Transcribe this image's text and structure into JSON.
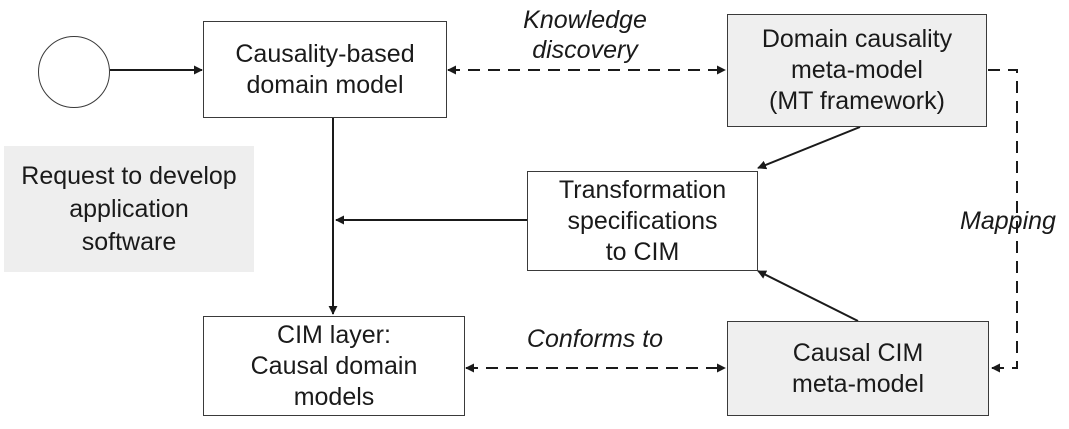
{
  "nodes": {
    "causality_based_domain_model": "Causality-based\ndomain model",
    "domain_causality_meta_model": "Domain causality\nmeta-model\n(MT framework)",
    "transformation_specifications": "Transformation\nspecifications\nto CIM",
    "cim_layer": "CIM layer:\nCausal domain\nmodels",
    "causal_cim_meta_model": "Causal CIM\nmeta-model"
  },
  "note": {
    "text": "Request to develop\napplication\nsoftware"
  },
  "edge_labels": {
    "knowledge_discovery": "Knowledge\ndiscovery",
    "mapping": "Mapping",
    "conforms_to": "Conforms to"
  },
  "colors": {
    "stroke": "#2a2a2a",
    "shaded_box": "#efefef",
    "note_background": "#eeeeee"
  }
}
